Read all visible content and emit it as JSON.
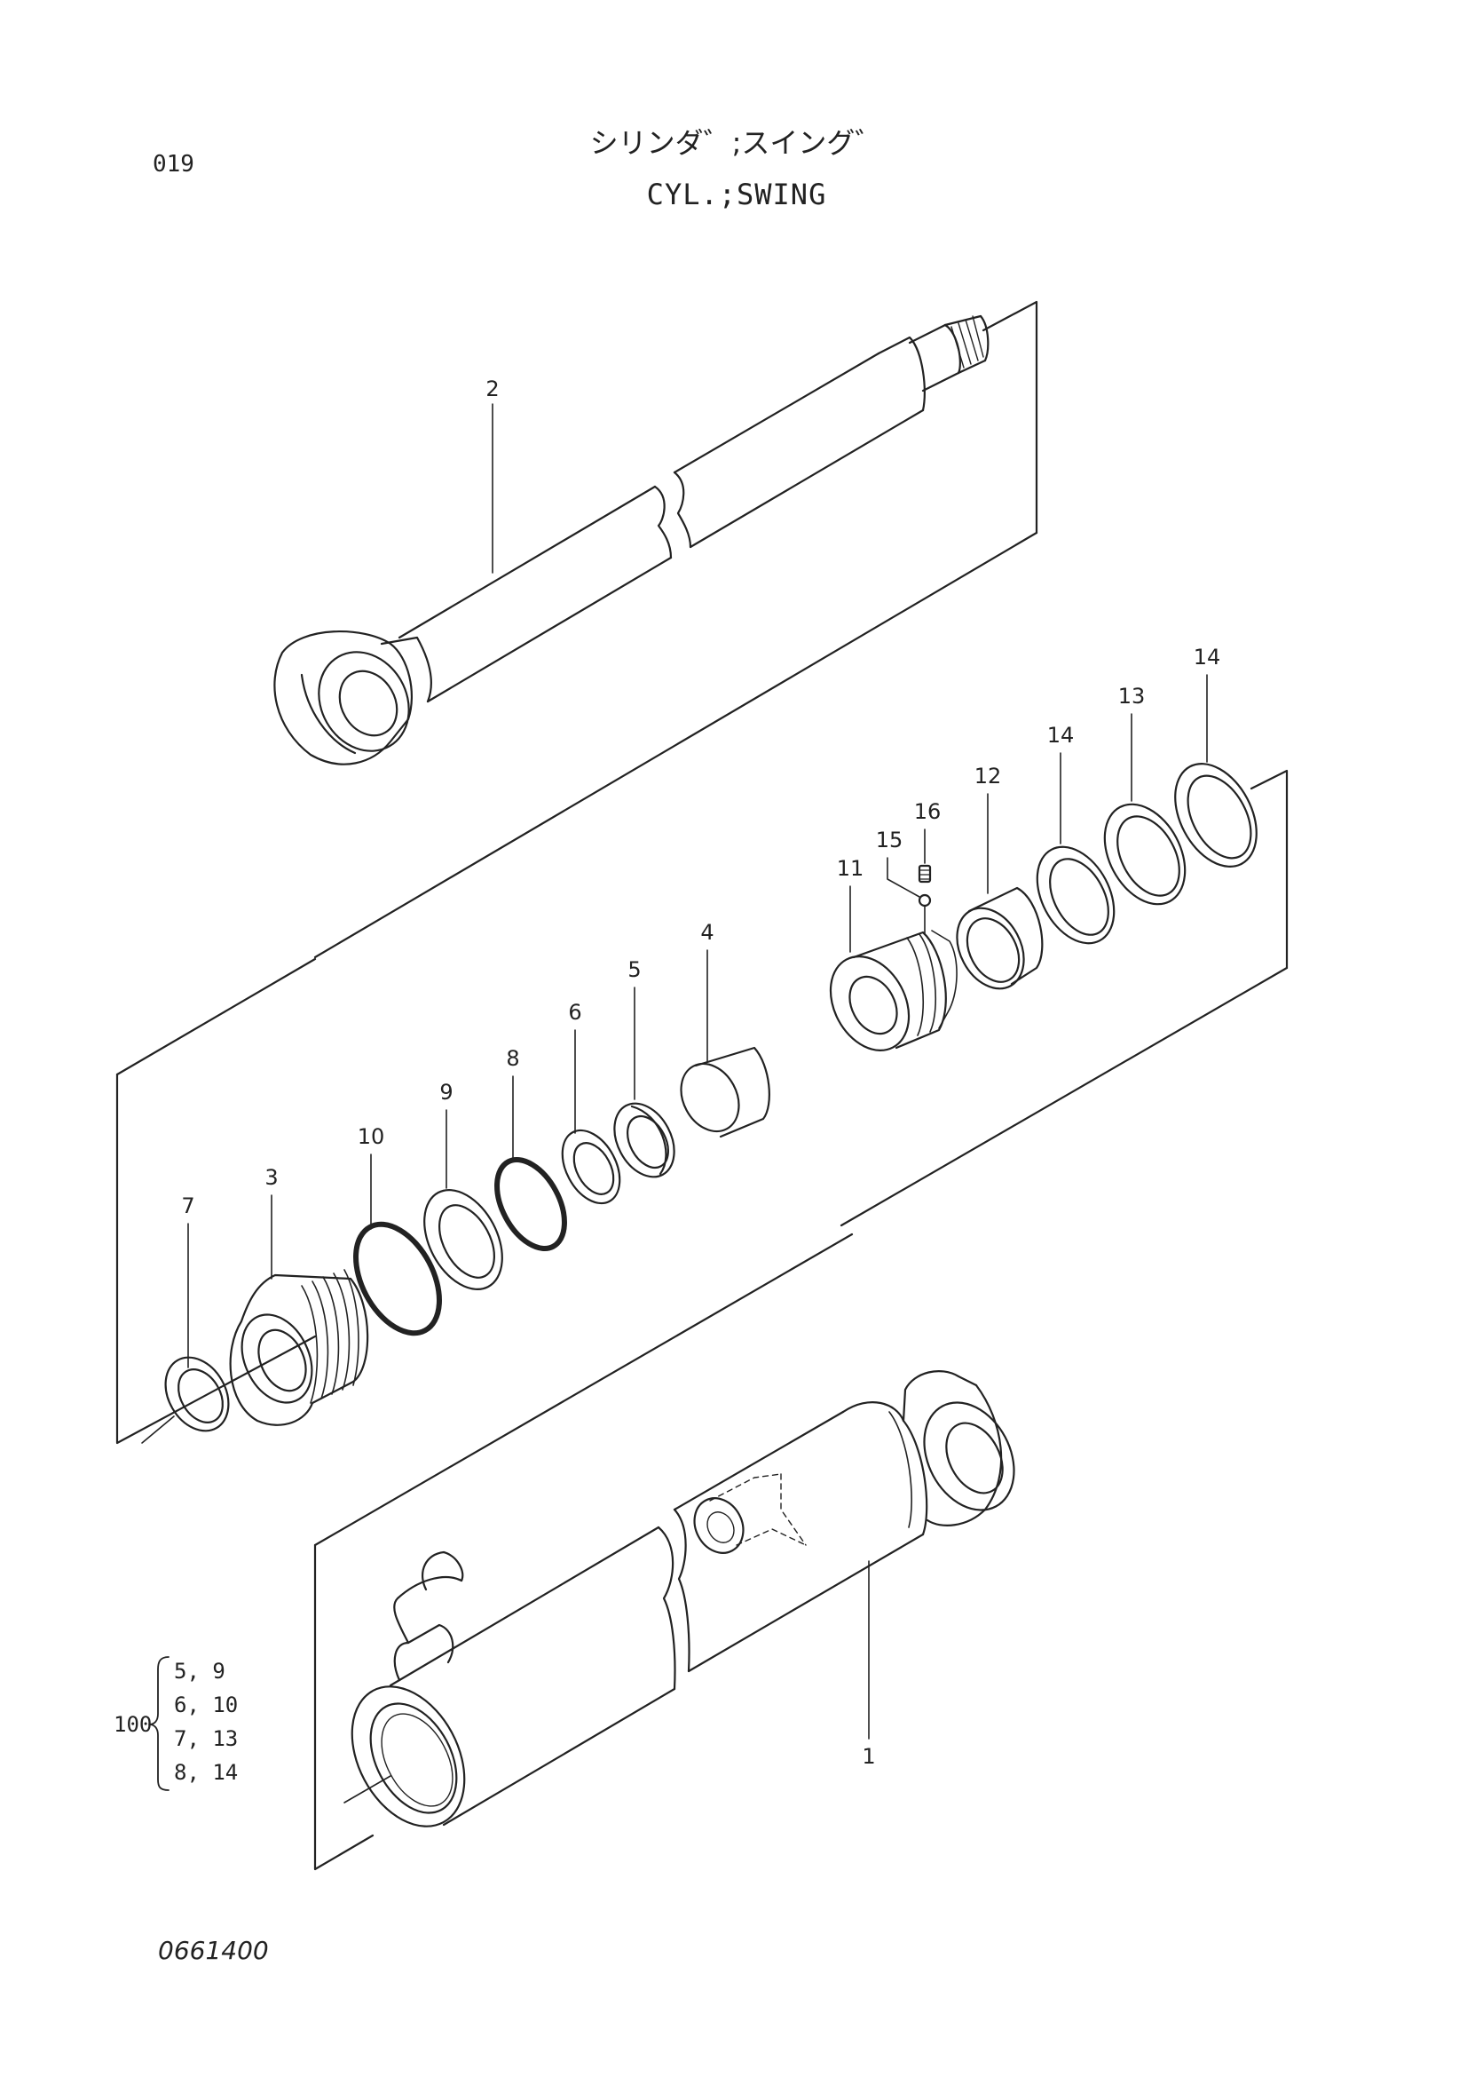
{
  "header": {
    "page_number": "019",
    "title_jp": "シリンダ゛;スイング゛",
    "title_en": "CYL.;SWING"
  },
  "footer": {
    "doc_number": "0661400"
  },
  "callouts": {
    "c1": "1",
    "c2": "2",
    "c3": "3",
    "c4": "4",
    "c5": "5",
    "c6": "6",
    "c7": "7",
    "c8": "8",
    "c9": "9",
    "c10": "10",
    "c11": "11",
    "c12": "12",
    "c13": "13",
    "c14a": "14",
    "c14b": "14",
    "c15": "15",
    "c16": "16"
  },
  "seal_kit": {
    "number": "100",
    "rows": [
      "5, 9",
      "6, 10",
      "7, 13",
      "8, 14"
    ]
  }
}
